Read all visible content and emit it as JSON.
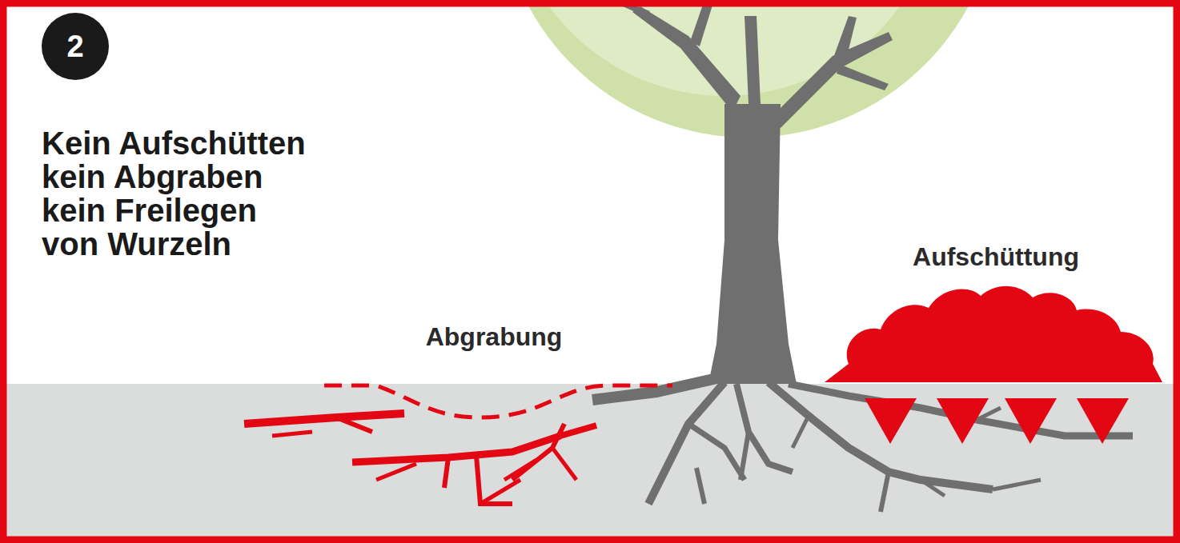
{
  "diagram": {
    "title": "Kein Aufschütten kein Abgraben kein Freilegen von Wurzeln",
    "nodes": [
      {
        "text": [
          "2"
        ]
      }
    ],
    "labels": [
      "Aufschüttung",
      "Abgrabung"
    ]
  }
}
